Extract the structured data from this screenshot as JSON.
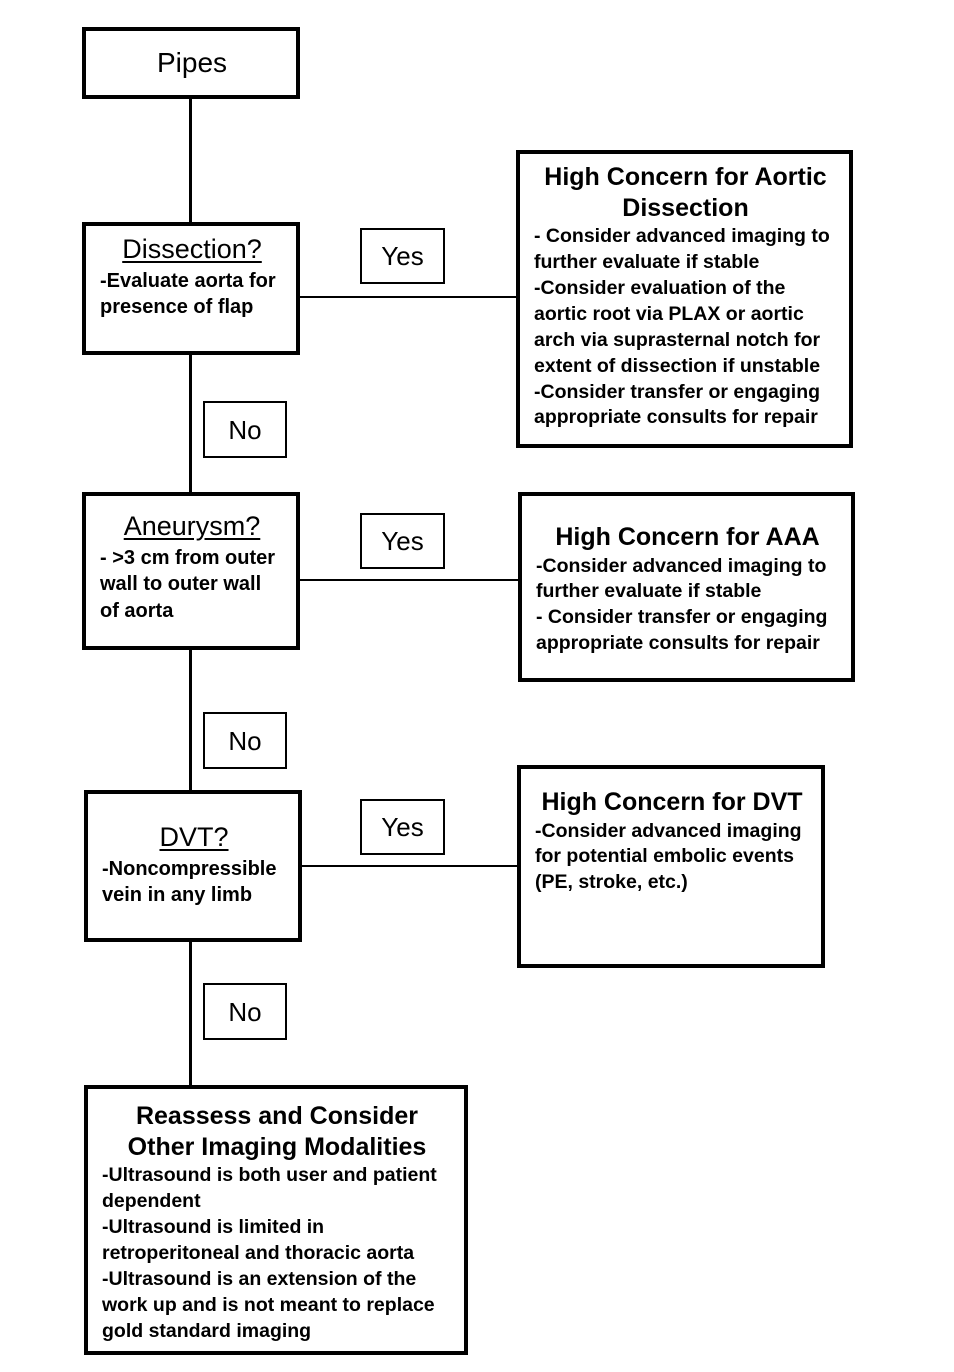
{
  "diagram": {
    "title": "Pipes",
    "type": "clinical-decision-flowchart",
    "edge_labels": {
      "yes": "Yes",
      "no": "No"
    }
  },
  "nodes": {
    "start": {
      "label": "Pipes"
    },
    "dissection": {
      "question": "Dissection?",
      "detail": "-Evaluate aorta for presence of flap"
    },
    "dissection_outcome": {
      "title": "High Concern for Aortic Dissection",
      "lines": [
        "- Consider advanced imaging to further evaluate if stable",
        "-Consider evaluation of the aortic root via PLAX or aortic arch via suprasternal notch for extent of dissection if unstable",
        "-Consider transfer or engaging appropriate consults for repair"
      ]
    },
    "aneurysm": {
      "question": "Aneurysm?",
      "detail": "- >3 cm from outer wall to outer wall of aorta"
    },
    "aneurysm_outcome": {
      "title": "High Concern for AAA",
      "lines": [
        "-Consider advanced imaging to further evaluate if stable",
        "- Consider transfer or engaging appropriate consults for repair"
      ]
    },
    "dvt": {
      "question": "DVT?",
      "detail": "-Noncompressible vein in any limb"
    },
    "dvt_outcome": {
      "title": "High Concern for DVT",
      "lines": [
        "-Consider advanced imaging for potential embolic events (PE, stroke, etc.)"
      ]
    },
    "final_outcome": {
      "title": "Reassess and Consider Other Imaging Modalities",
      "lines": [
        "-Ultrasound is both user and patient dependent",
        "-Ultrasound is limited in retroperitoneal and thoracic aorta",
        "-Ultrasound is an extension of the work up and is not meant to replace gold standard imaging"
      ]
    }
  },
  "edges": {
    "dissection_yes": "Yes",
    "dissection_no": "No",
    "aneurysm_yes": "Yes",
    "aneurysm_no": "No",
    "dvt_yes": "Yes",
    "dvt_no": "No"
  },
  "colors": {
    "background": "#ffffff",
    "stroke": "#000000",
    "text": "#000000"
  }
}
